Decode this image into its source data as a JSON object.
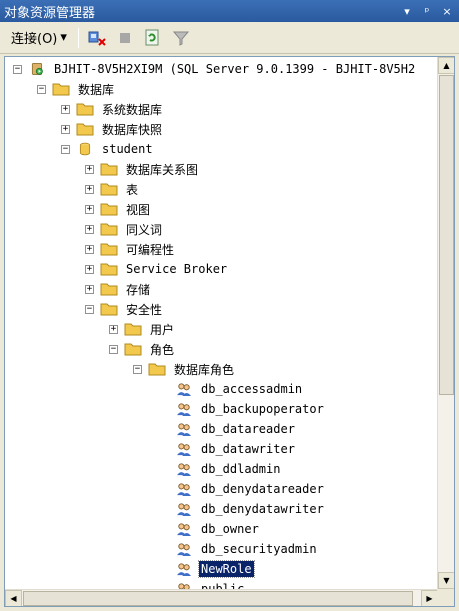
{
  "window": {
    "title": "对象资源管理器",
    "controls": [
      "▾",
      "ᵖ",
      "×"
    ]
  },
  "toolbar": {
    "connect_label": "连接(O)",
    "icons": [
      "connect-icon",
      "disconnect-icon",
      "stop-icon",
      "refresh-icon",
      "filter-icon"
    ]
  },
  "tree": {
    "server": "BJHIT-8V5H2XI9M (SQL Server 9.0.1399 - BJHIT-8V5H2",
    "databases": "数据库",
    "system_databases": "系统数据库",
    "db_snapshots": "数据库快照",
    "student": "student",
    "db_diagrams": "数据库关系图",
    "tables": "表",
    "views": "视图",
    "synonyms": "同义词",
    "programmability": "可编程性",
    "service_broker": "Service Broker",
    "storage": "存储",
    "security": "安全性",
    "users": "用户",
    "roles": "角色",
    "db_roles": "数据库角色",
    "role_items": [
      "db_accessadmin",
      "db_backupoperator",
      "db_datareader",
      "db_datawriter",
      "db_ddladmin",
      "db_denydatareader",
      "db_denydatawriter",
      "db_owner",
      "db_securityadmin",
      "NewRole",
      "public"
    ],
    "selected_role": "NewRole"
  },
  "colors": {
    "titlebar": "#2a5aa0",
    "selection": "#0a246a",
    "folder": "#f2c94c"
  }
}
